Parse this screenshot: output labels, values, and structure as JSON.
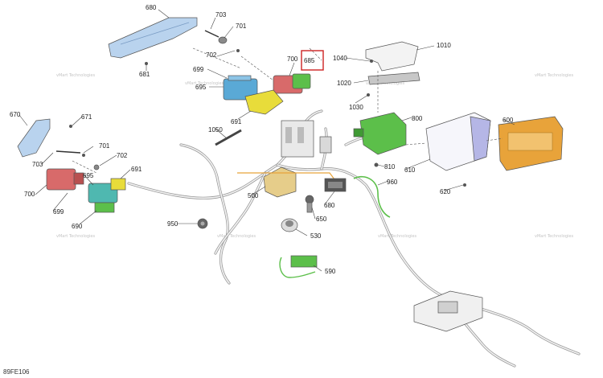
{
  "diagram": {
    "figure_id": "89FE106",
    "highlighted_part": "685",
    "watermark": "vMart Technologies",
    "callouts": [
      "680",
      "703",
      "701",
      "702",
      "681",
      "699",
      "695",
      "700",
      "685",
      "691",
      "1040",
      "1010",
      "1020",
      "1030",
      "800",
      "600",
      "670",
      "671",
      "703b",
      "701b",
      "702b",
      "691b",
      "695b",
      "700b",
      "699b",
      "690",
      "1050",
      "500",
      "810",
      "610",
      "960",
      "620",
      "680b",
      "650",
      "950",
      "530",
      "590"
    ],
    "labels": {
      "680": "680",
      "703": "703",
      "701": "701",
      "702": "702",
      "681": "681",
      "699": "699",
      "695": "695",
      "700": "700",
      "685": "685",
      "691": "691",
      "1040": "1040",
      "1010": "1010",
      "1020": "1020",
      "1030": "1030",
      "800": "800",
      "600": "600",
      "670": "670",
      "671": "671",
      "703b": "703",
      "701b": "701",
      "702b": "702",
      "691b": "691",
      "695b": "695",
      "700b": "700",
      "699b": "699",
      "690": "690",
      "1050": "1050",
      "500": "500",
      "810": "810",
      "610": "610",
      "960": "960",
      "620": "620",
      "680b": "680",
      "650": "650",
      "950": "950",
      "530": "530",
      "590": "590"
    },
    "colors": {
      "highlight_box": "#cc2222",
      "blue_part": "#5aa9d6",
      "red_part": "#d86a6a",
      "yellow_part": "#e8dc3a",
      "green_part": "#5cbf4a",
      "teal_part": "#4fb8b0",
      "orange_part": "#e8a33a",
      "tan_part": "#e6cd8a",
      "bracket_blue": "#b9d3ee",
      "harness": "#9a9a9a"
    }
  }
}
